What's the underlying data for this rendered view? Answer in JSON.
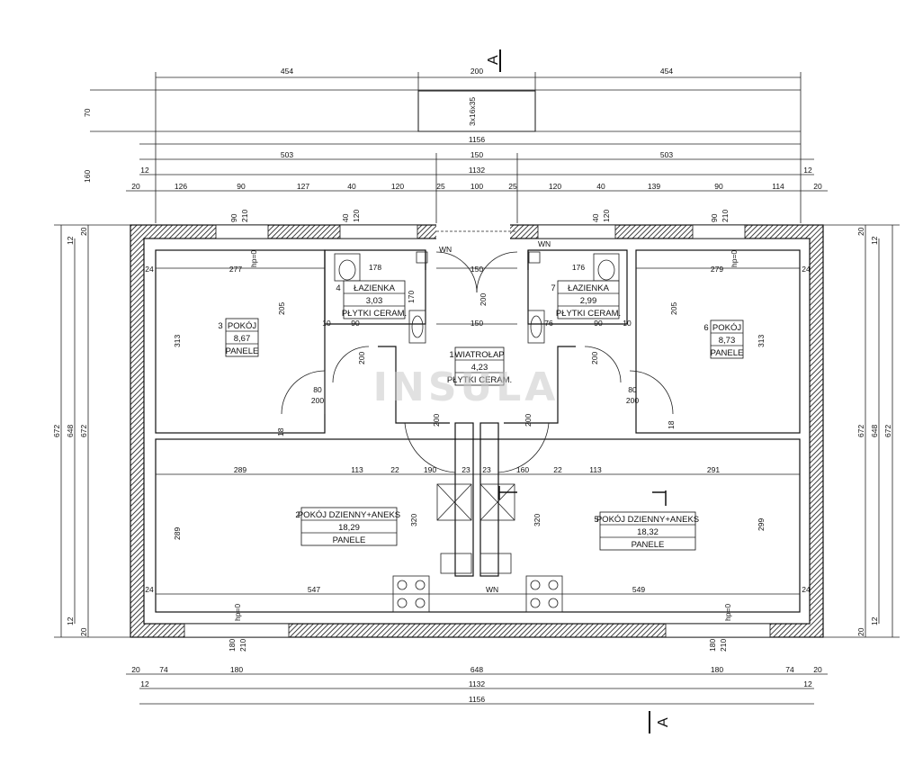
{
  "watermark": "INSULA",
  "section_marker": "A",
  "chimney_label": "3x16x35",
  "dimensions": {
    "top_row1": [
      "454",
      "200",
      "454"
    ],
    "top_row2": [
      "1156"
    ],
    "top_row3": [
      "503",
      "150",
      "503"
    ],
    "top_row4": [
      "12",
      "1132",
      "12"
    ],
    "top_row5": [
      "20",
      "126",
      "90",
      "127",
      "40",
      "120",
      "25",
      "100",
      "25",
      "120",
      "40",
      "139",
      "90",
      "114",
      "20"
    ],
    "left_top": [
      "70",
      "160"
    ],
    "bottom_row1": [
      "20",
      "74",
      "180",
      "648",
      "180",
      "74",
      "20"
    ],
    "bottom_row2": [
      "12",
      "1132",
      "12"
    ],
    "bottom_row3": [
      "1156"
    ],
    "side_overall": [
      "672",
      "648",
      "672"
    ],
    "side_small": [
      "20",
      "12"
    ]
  },
  "interior_dims": {
    "room3_w": "277",
    "room3_h": "313",
    "room3_closet": "205",
    "room6_w": "279",
    "room6_h": "313",
    "room6_closet": "205",
    "bath_l_w": "178",
    "bath_r_w": "176",
    "hall_w": "150",
    "hall_w2": "150",
    "living_l_w": "289",
    "living_l_mid": "113",
    "living_r_mid": "113",
    "living_r_w": "291",
    "living_l_h": "289",
    "living_r_h": "299",
    "living_l_h2": "320",
    "living_r_h2": "320",
    "living_l_bottom": "547",
    "living_r_bottom": "549",
    "w22": "22",
    "w23": "23",
    "w24": "24",
    "w180": "180",
    "w160": "160",
    "w190": "190",
    "door_80": "80",
    "door_200": "200",
    "door_90": "90",
    "door_210": "210",
    "door_120": "120",
    "door_40": "40",
    "d10": "10",
    "d76": "76",
    "d170": "170",
    "d12": "12",
    "d18": "18",
    "hp0": "hp=0"
  },
  "rooms": [
    {
      "num": "3",
      "name": "POKÓJ",
      "area": "8,67",
      "floor": "PANELE"
    },
    {
      "num": "6",
      "name": "POKÓJ",
      "area": "8,73",
      "floor": "PANELE"
    },
    {
      "num": "4",
      "name": "ŁAZIENKA",
      "area": "3,03",
      "floor": "PŁYTKI CERAM."
    },
    {
      "num": "7",
      "name": "ŁAZIENKA",
      "area": "2,99",
      "floor": "PŁYTKI CERAM."
    },
    {
      "num": "1",
      "name": "WIATROŁAP",
      "area": "4,23",
      "floor": "PŁYTKI CERAM."
    },
    {
      "num": "2",
      "name": "POKÓJ DZIENNY+ANEKS",
      "area": "18,29",
      "floor": "PANELE"
    },
    {
      "num": "5",
      "name": "POKÓJ DZIENNY+ANEKS",
      "area": "18,32",
      "floor": "PANELE"
    }
  ],
  "vent_label": "WN"
}
